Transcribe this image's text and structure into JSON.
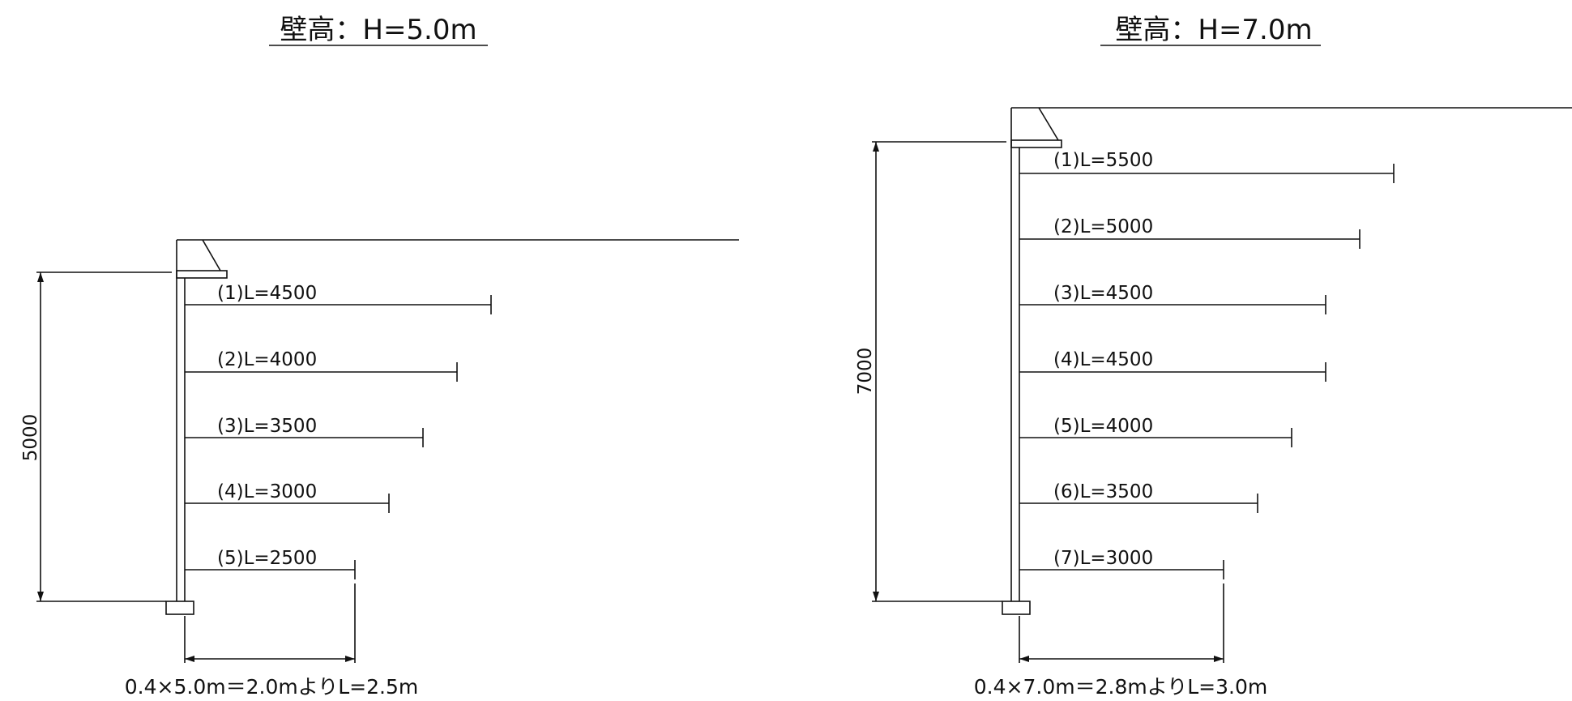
{
  "panels": [
    {
      "title": "壁高：H=5.0m",
      "height_mm": 5000,
      "height_label": "5000",
      "anchors": [
        {
          "label": "(1)L=4500",
          "length_mm": 4500
        },
        {
          "label": "(2)L=4000",
          "length_mm": 4000
        },
        {
          "label": "(3)L=3500",
          "length_mm": 3500
        },
        {
          "label": "(4)L=3000",
          "length_mm": 3000
        },
        {
          "label": "(5)L=2500",
          "length_mm": 2500
        }
      ],
      "bottom_note": "0.4×5.0m＝2.0mよりL=2.5m"
    },
    {
      "title": "壁高：H=7.0m",
      "height_mm": 7000,
      "height_label": "7000",
      "anchors": [
        {
          "label": "(1)L=5500",
          "length_mm": 5500
        },
        {
          "label": "(2)L=5000",
          "length_mm": 5000
        },
        {
          "label": "(3)L=4500",
          "length_mm": 4500
        },
        {
          "label": "(4)L=4500",
          "length_mm": 4500
        },
        {
          "label": "(5)L=4000",
          "length_mm": 4000
        },
        {
          "label": "(6)L=3500",
          "length_mm": 3500
        },
        {
          "label": "(7)L=3000",
          "length_mm": 3000
        }
      ],
      "bottom_note": "0.4×7.0m＝2.8mよりL=3.0m"
    }
  ]
}
